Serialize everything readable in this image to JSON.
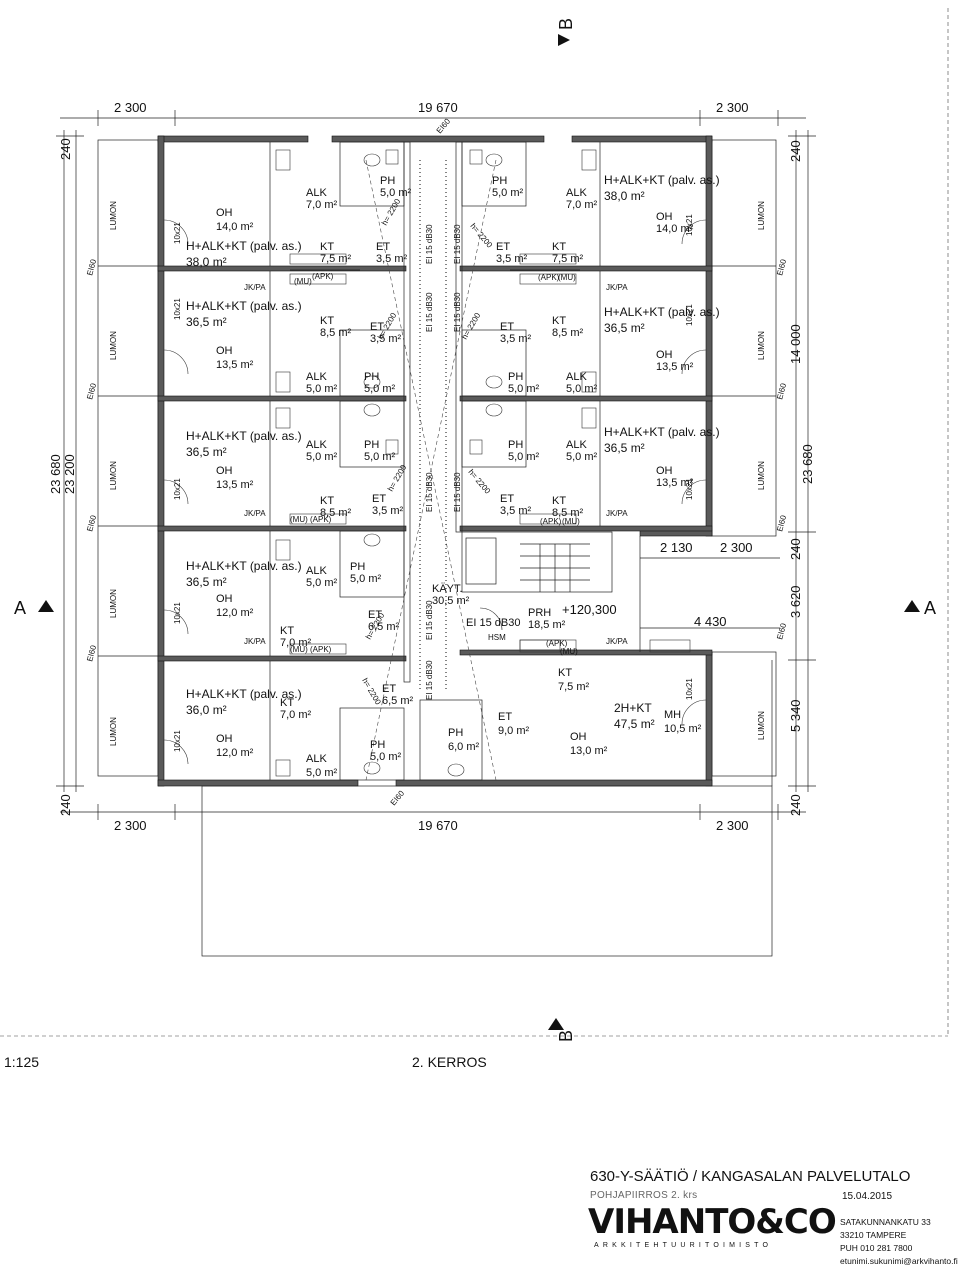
{
  "dimensions": {
    "top_left": "2 300",
    "top_center": "19 670",
    "top_right": "2 300",
    "bottom_left": "2 300",
    "bottom_center": "19 670",
    "bottom_right": "2 300",
    "left_240_top": "240",
    "left_240_bottom": "240",
    "right_240_top": "240",
    "right_240_mid": "240",
    "right_240_bottom": "240",
    "right_14000": "14 000",
    "right_23680": "23 680",
    "right_3620": "3 620",
    "right_5340": "5 340",
    "left_23680": "23 680",
    "left_23200": "23 200",
    "mid_2130": "2 130",
    "mid_2300": "2 300",
    "mid_4430": "4 430",
    "level": "+120,300"
  },
  "section_marks": {
    "a_left": "A",
    "a_right": "A",
    "b_top": "B",
    "b_bottom": "B"
  },
  "apartments": {
    "large": "H+ALK+KT (palv. as.)",
    "area_380": "38,0 m²",
    "area_365": "36,5 m²",
    "area_360": "36,0 m²",
    "unit_2h": "2H+KT",
    "area_475": "47,5 m²"
  },
  "rooms": {
    "oh": "OH",
    "alk": "ALK",
    "kt": "KT",
    "ph": "PH",
    "et": "ET",
    "mh": "MH",
    "kayt": "KÄYT.",
    "prh": "PRH",
    "a140": "14,0 m²",
    "a135": "13,5 m²",
    "a120": "12,0 m²",
    "a130": "13,0 m²",
    "a105": "10,5 m²",
    "a70": "7,0 m²",
    "a50": "5,0 m²",
    "a75": "7,5 m²",
    "a85": "8,5 m²",
    "a35": "3,5 m²",
    "a65": "6,5 m²",
    "a60": "6,0 m²",
    "a90": "9,0 m²",
    "a305": "30,5 m²",
    "a185": "18,5 m²"
  },
  "annotations": {
    "lumon": "LUMON",
    "door": "10x21",
    "jkpa": "JK/PA",
    "mu": "(MU)",
    "apk": "(APK)",
    "ei60": "EI60",
    "ei15": "EI 15 dB30",
    "h2200": "h= 2200",
    "hs": "HSM"
  },
  "footer": {
    "scale": "1:125",
    "floor": "2. KERROS",
    "project": "630-Y-SÄÄTIÖ / KANGASALAN PALVELUTALO",
    "subtitle": "POHJAPIIRROS 2. krs",
    "date": "15.04.2015",
    "logo_word": "VIHANTO&CO",
    "logo_sub": "ARKKITEHTUURITOIMISTO",
    "address1": "SATAKUNNANKATU 33",
    "address2": "33210 TAMPERE",
    "phone": "PUH      010 281 7800",
    "email": "etunimi.sukunimi@arkvihanto.fi"
  }
}
